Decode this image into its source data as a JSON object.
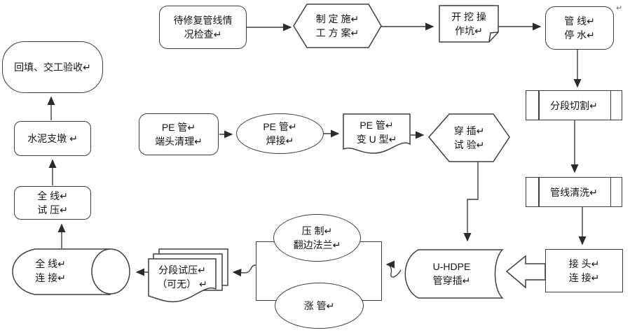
{
  "diagram": {
    "colors": {
      "line": "#3f3f3f",
      "text": "#141414",
      "background": "#ffffff"
    },
    "stray_return_mark": "↵",
    "nodes": {
      "inspect": {
        "label": "待修复管线情\n况检查↵"
      },
      "plan": {
        "label": "制 定 施↵\n工 方 案↵"
      },
      "dig": {
        "label": "开 挖 操\n作坑↵"
      },
      "stopwater": {
        "label": "管  线↵\n停  水↵"
      },
      "cut": {
        "label": "分段切割↵"
      },
      "clean": {
        "label": "管线清洗↵"
      },
      "joint": {
        "label": "接  头↵\n连  接↵"
      },
      "pe_clean": {
        "label": "PE 管↵\n端头清理↵"
      },
      "pe_weld": {
        "label": "PE 管↵\n焊接↵"
      },
      "pe_u": {
        "label": "PE 管↵\n变 U 型↵"
      },
      "insert_test": {
        "label": "穿  插↵\n试  验↵"
      },
      "uhdpe": {
        "label": "U-HDPE\n管穿插↵"
      },
      "flange": {
        "label": "压  制↵\n翻边法兰↵"
      },
      "expand": {
        "label": "涨    管↵"
      },
      "seg_test": {
        "label": "分段试压↵\n（可无） ↵"
      },
      "full_connect": {
        "label": "全  线↵\n连  接↵"
      },
      "full_test": {
        "label": "全  线↵\n试  压↵"
      },
      "cement": {
        "label": "水泥支墩 ↵"
      },
      "backfill": {
        "label": "回填、交工验收↵"
      }
    }
  }
}
